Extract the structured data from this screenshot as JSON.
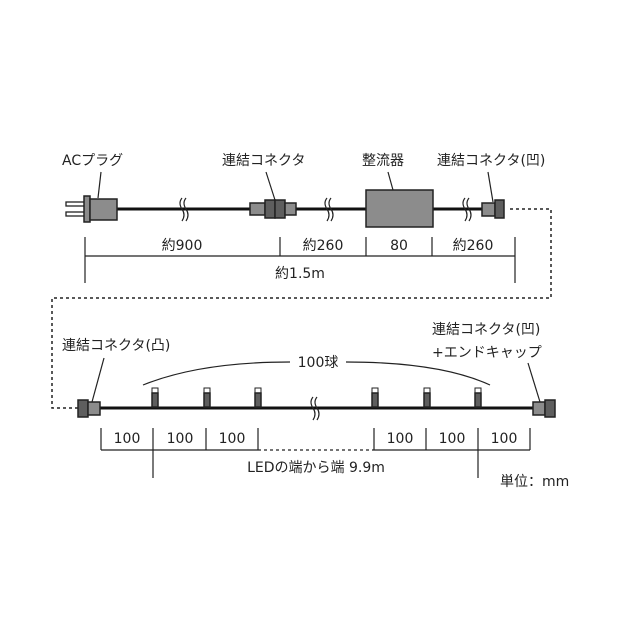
{
  "top": {
    "labels": {
      "ac_plug": "ACプラグ",
      "connector": "連結コネクタ",
      "rectifier": "整流器",
      "connector_female": "連結コネクタ(凹)"
    },
    "dimensions": {
      "seg1": "約900",
      "seg2": "約260",
      "seg3": "80",
      "seg4": "約260",
      "total": "約1.5m"
    }
  },
  "bottom": {
    "labels": {
      "connector_male": "連結コネクタ(凸)",
      "connector_female_line1": "連結コネクタ(凹)",
      "connector_female_line2": "+エンドキャップ",
      "bulbs": "100球"
    },
    "spacings": [
      "100",
      "100",
      "100",
      "100",
      "100",
      "100"
    ],
    "total": "LEDの端から端 9.9m",
    "unit": "単位：mm"
  },
  "colors": {
    "body": "#8c8c8c",
    "dark": "#5e5e5e",
    "wire": "#111111"
  }
}
